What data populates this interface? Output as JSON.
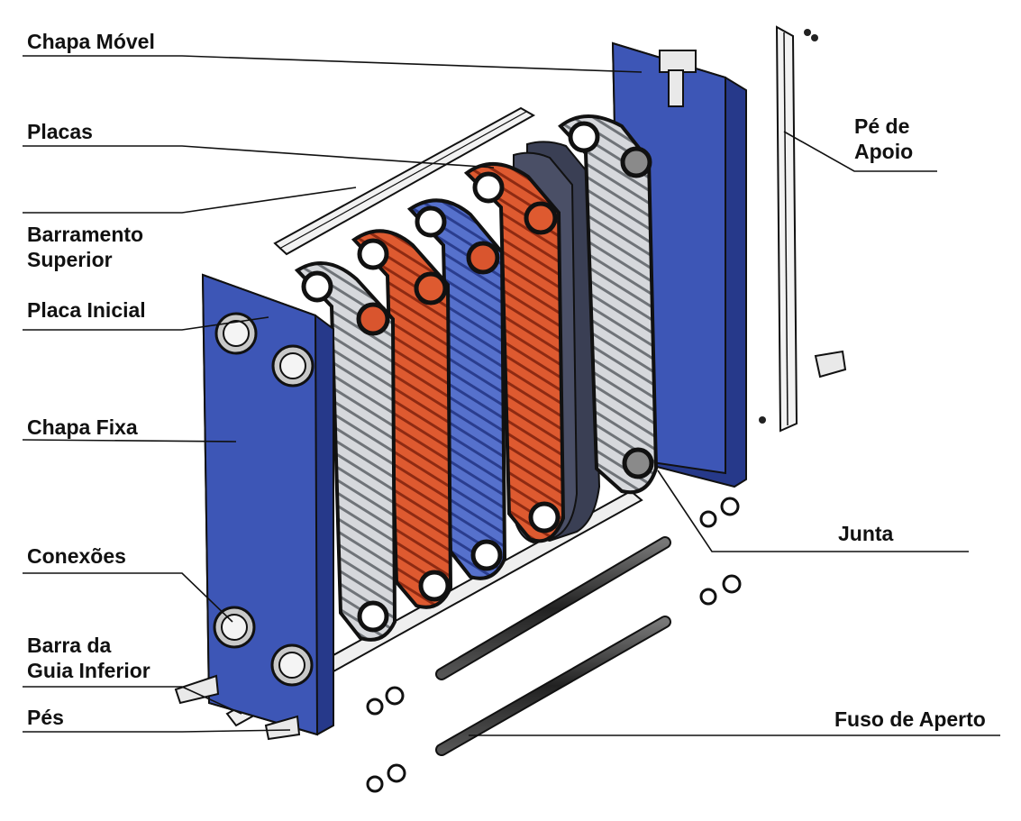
{
  "labels": {
    "chapa_movel": "Chapa Móvel",
    "placas": "Placas",
    "barramento_line1": "Barramento",
    "barramento_line2": "Superior",
    "placa_inicial": "Placa Inicial",
    "chapa_fixa": "Chapa Fixa",
    "conexoes": "Conexões",
    "barra_guia_line1": "Barra da",
    "barra_guia_line2": "Guia Inferior",
    "pes": "Pés",
    "pe_apoio_line1": "Pé de",
    "pe_apoio_line2": "Apoio",
    "junta": "Junta",
    "fuso_aperto": "Fuso de Aperto"
  },
  "colors": {
    "frame_blue": "#3d56b6",
    "frame_blue_dark": "#26398a",
    "plate_orange": "#d9552e",
    "plate_orange_dark": "#a8381b",
    "plate_gray": "#cfd2d6",
    "plate_blue": "#4b67c4",
    "outline": "#111111"
  }
}
